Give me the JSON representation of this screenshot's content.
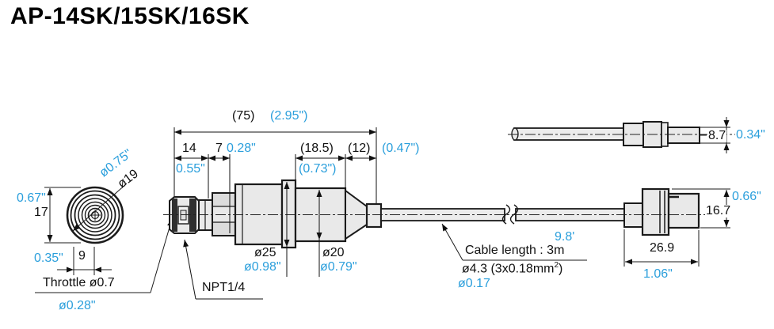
{
  "title": "AP-14SK/15SK/16SK",
  "colors": {
    "accent_blue": "#2b9fdc",
    "line_black": "#1b1b1b",
    "part_fill": "#e9e9e9"
  },
  "front_view": {
    "height_in": "0.67\"",
    "height_mm": "17",
    "outer_dia_in": "ø0.75\"",
    "outer_dia_mm": "ø19",
    "hex_width_in": "0.35\"",
    "hex_width_mm": "9",
    "throttle_label": "Throttle ø0.7",
    "throttle_in": "ø0.28\""
  },
  "side_view": {
    "overall_mm": "(75)",
    "overall_in": "(2.95\")",
    "thread_len_mm": "14",
    "thread_len_in": "0.55\"",
    "neck_len_mm": "7",
    "neck_len_in": "0.28\"",
    "body_len_mm": "(18.5)",
    "body_len_in": "(0.73\")",
    "cone_len_mm": "(12)",
    "cone_len_in": "(0.47\")",
    "flange_dia_mm": "ø25",
    "flange_dia_in": "ø0.98\"",
    "body_dia_mm": "ø20",
    "body_dia_in": "ø0.79\"",
    "thread_label": "NPT1/4"
  },
  "cable": {
    "length_ft": "9.8'",
    "length_label": "Cable length : 3m",
    "dia_prefix": "ø4.3 (3x0.18mm",
    "dia_sup": "2",
    "dia_suffix": ")",
    "dia_in": "ø0.17"
  },
  "connector_top": {
    "height_mm": "8.7",
    "height_in": "0.34\""
  },
  "connector_bottom": {
    "height_in": "0.66\"",
    "height_mm": "16.7",
    "width_mm": "26.9",
    "width_in": "1.06\""
  }
}
